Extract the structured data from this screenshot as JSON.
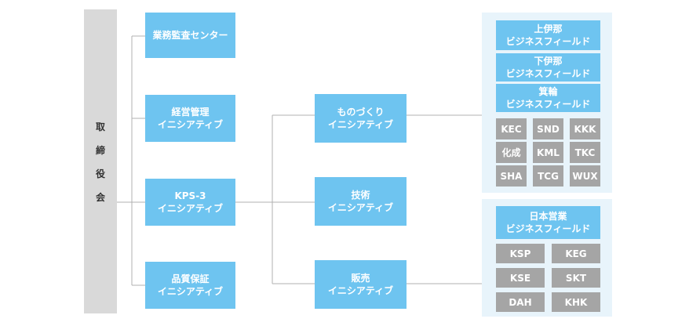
{
  "board": {
    "chars": [
      "取",
      "締",
      "役",
      "会"
    ]
  },
  "left_units": {
    "audit": {
      "line1": "業務監査センター",
      "line2": ""
    },
    "management": {
      "line1": "経営管理",
      "line2": "イニシアティブ"
    },
    "kps3": {
      "line1": "KPS-3",
      "line2": "イニシアティブ"
    },
    "quality": {
      "line1": "品質保証",
      "line2": "イニシアティブ"
    }
  },
  "middle_units": {
    "manufacturing": {
      "line1": "ものづくり",
      "line2": "イニシアティブ"
    },
    "technology": {
      "line1": "技術",
      "line2": "イニシアティブ"
    },
    "sales": {
      "line1": "販売",
      "line2": "イニシアティブ"
    }
  },
  "manufacturing_fields": [
    {
      "line1": "上伊那",
      "line2": "ビジネスフィールド"
    },
    {
      "line1": "下伊那",
      "line2": "ビジネスフィールド"
    },
    {
      "line1": "箕輪",
      "line2": "ビジネスフィールド"
    }
  ],
  "manufacturing_companies": [
    "KEC",
    "SND",
    "KKK",
    "化成",
    "KML",
    "TKC",
    "SHA",
    "TCG",
    "WUX"
  ],
  "sales_field": {
    "line1": "日本営業",
    "line2": "ビジネスフィールド"
  },
  "sales_companies": [
    "KSP",
    "KEG",
    "KSE",
    "SKT",
    "DAH",
    "KHK"
  ],
  "colors": {
    "unit_blue": "#6ec4f0",
    "company_gray": "#a5a5a5",
    "board_gray": "#d9d9d9",
    "panel_bg": "#e8f4fb",
    "connector": "#b0b0b0"
  }
}
